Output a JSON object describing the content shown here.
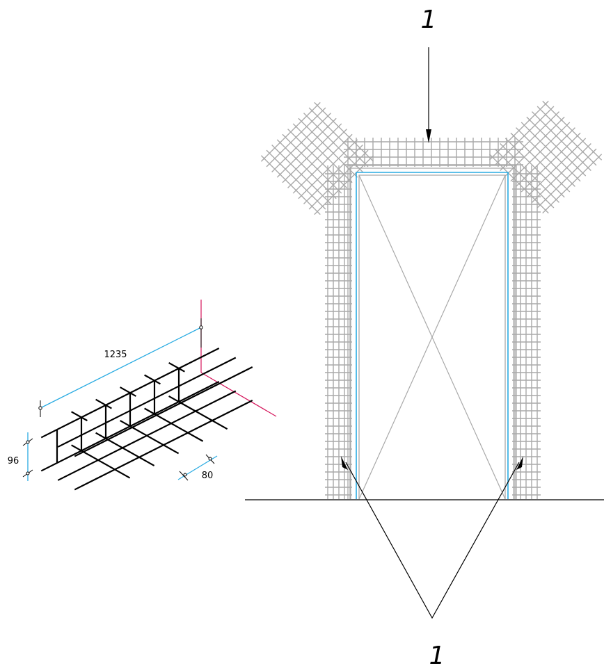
{
  "callouts": {
    "top": "1",
    "bottom": "1"
  },
  "dimensions": {
    "length": "1235",
    "height": "96",
    "spacing": "80"
  },
  "colors": {
    "mesh": "#a9a9a9",
    "frame": "#a9a9a9",
    "accent_line": "#29abe2",
    "dimension_line": "#29abe2",
    "reference_axis": "#d4145a",
    "rebar": "#000000",
    "ground_line": "#000000"
  }
}
